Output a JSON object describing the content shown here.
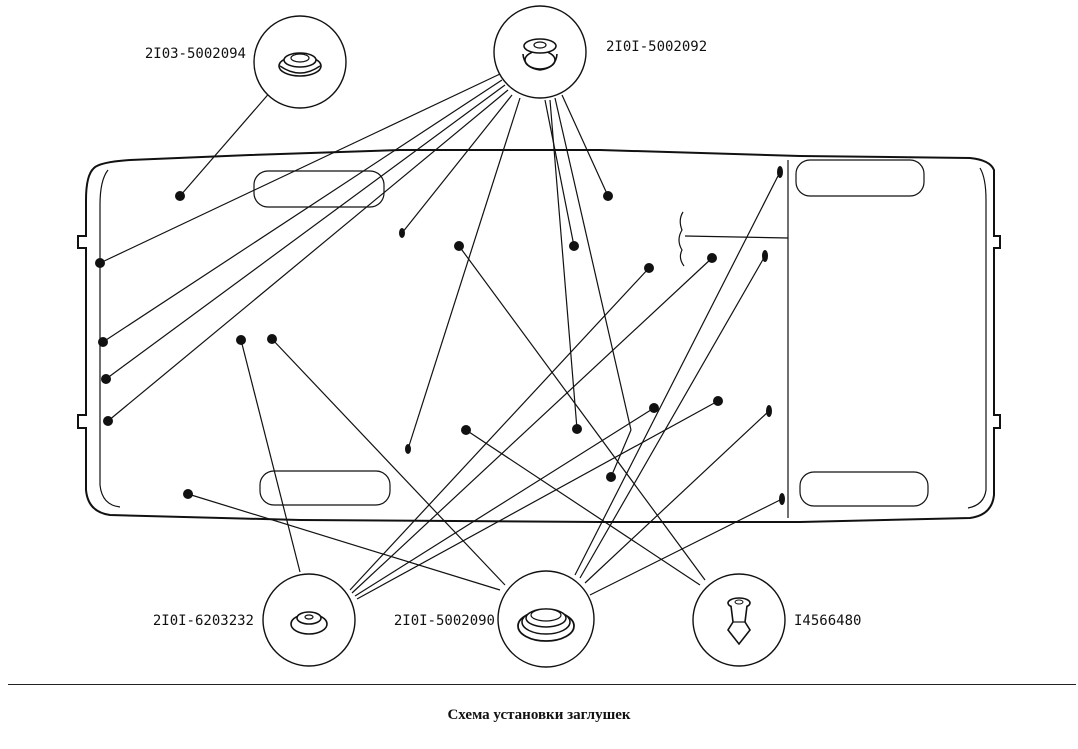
{
  "title": "Схема установки заглушек",
  "parts": {
    "p1": "2I03-5002094",
    "p2": "2I0I-5002092",
    "p3": "2I0I-6203232",
    "p4": "2I0I-5002090",
    "p5": "I4566480"
  }
}
